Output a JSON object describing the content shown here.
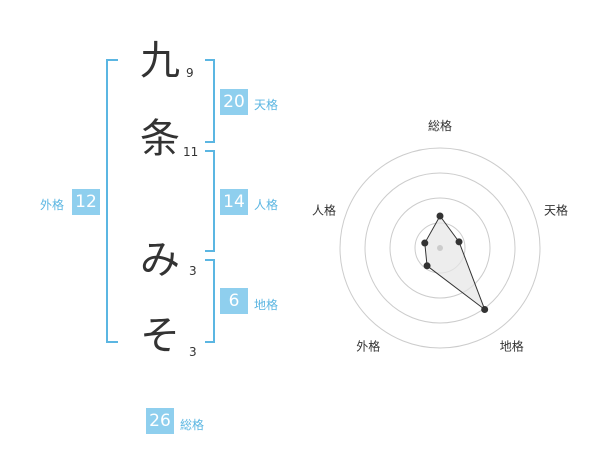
{
  "name": {
    "characters": [
      {
        "char": "九",
        "strokes": "9"
      },
      {
        "char": "条",
        "strokes": "11"
      },
      {
        "char": "み",
        "strokes": "3"
      },
      {
        "char": "そ",
        "strokes": "3"
      }
    ]
  },
  "fortune": {
    "ten": {
      "value": "20",
      "label": "天格"
    },
    "jin": {
      "value": "14",
      "label": "人格"
    },
    "chi": {
      "value": "6",
      "label": "地格"
    },
    "gai": {
      "value": "12",
      "label": "外格"
    },
    "total": {
      "value": "26",
      "label": "総格"
    }
  },
  "radar": {
    "axes": [
      "総格",
      "天格",
      "地格",
      "外格",
      "人格"
    ],
    "levels": 4,
    "values": [
      1.6,
      1.0,
      3.8,
      1.1,
      0.8
    ],
    "max": 5,
    "line_color": "#333333",
    "fill_color": "#e6e6e6"
  },
  "colors": {
    "accent": "#5bb6e2",
    "badge": "#8fcfee"
  }
}
